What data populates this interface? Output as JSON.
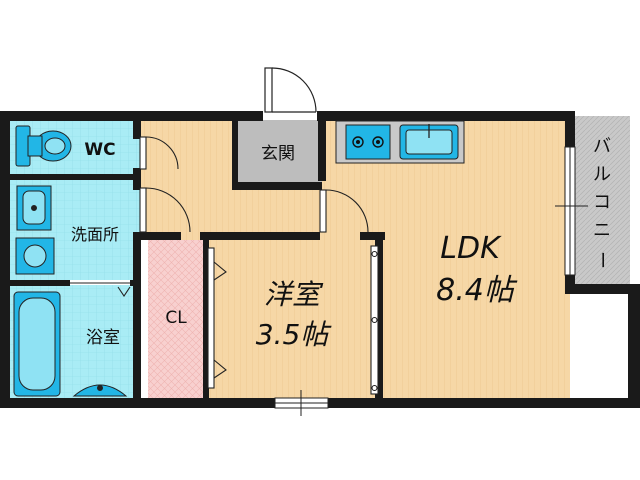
{
  "rooms": {
    "wc": "WC",
    "genkan": "玄関",
    "senmen": "洗面所",
    "yokushitsu": "浴室",
    "cl": "CL",
    "youshitsu_name": "洋室",
    "youshitsu_size": "3.5帖",
    "ldk_name": "LDK",
    "ldk_size": "8.4帖",
    "balcony": [
      "バ",
      "ル",
      "コ",
      "ニ",
      "ー"
    ]
  },
  "colors": {
    "wall": "#1a1a1a",
    "floor_wood": "#f6d7a6",
    "wet_area": "#a9ecf5",
    "closet": "#f8d0cf",
    "entrance": "#bdbdbd",
    "balcony": "#c9c9c9",
    "fixture": "#22b6e6"
  }
}
